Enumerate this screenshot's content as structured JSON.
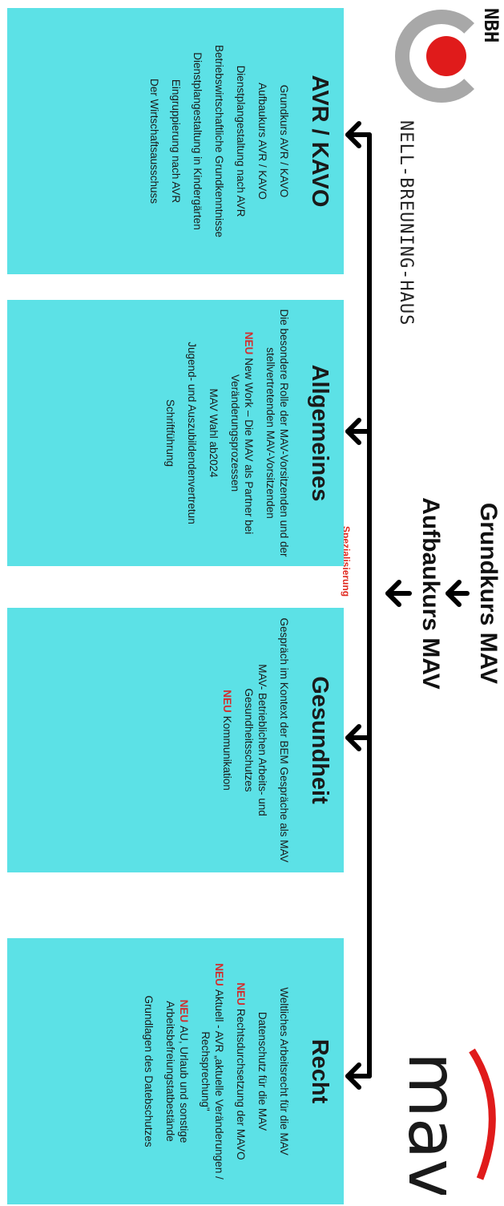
{
  "header": {
    "title_line1": "Grundkurs MAV",
    "title_line2": "Aufbaukurs MAV",
    "spezialisierung": "Spezialisierung"
  },
  "logo_left": {
    "short": "NBH",
    "full": "NELL-BREUNING-HAUS"
  },
  "logo_right": {
    "text": "mav"
  },
  "neu_label": "NEU",
  "colors": {
    "box": "#5ce1e6",
    "neu": "#d32d2d",
    "arrow": "#000000",
    "logo_red": "#e01b1b",
    "logo_gray": "#a8a8a8"
  },
  "boxes": [
    {
      "title": "AVR / KAVO",
      "items": [
        {
          "text": "Grundkurs AVR / KAVO"
        },
        {
          "text": "Aufbaukurs AVR / KAVO"
        },
        {
          "text": "Dienstplangestaltung nach AVR"
        },
        {
          "text": "Betriebswirtschaftliche Grundkenntnisse"
        },
        {
          "text": "Dienstplangestaltung in Kindergärten"
        },
        {
          "text": "Eingruppierung nach AVR"
        },
        {
          "text": "Der Wirtschaftsausschuss"
        }
      ]
    },
    {
      "title": "Allgemeines",
      "items": [
        {
          "text": "Die besondere Rolle der MAV-Vorsitzenden und der stellvertretenden MAV-Vorsitzenden"
        },
        {
          "text": "New Work – Die MAV als Partner bei Veränderungsprozessen",
          "neu": true
        },
        {
          "text": "MAV Wahl ab2024"
        },
        {
          "text": "Jugend- und Auszubildendenvertretun"
        },
        {
          "text": "Schriftführung"
        }
      ]
    },
    {
      "title": "Gesundheit",
      "items": [
        {
          "text": "Gespräch im Kontext der BEM Gespräche als MAV"
        },
        {
          "text": "MAV- Betrieblichen Arbeits- und Gesundheitsschutzes"
        },
        {
          "text": "Kommunikation",
          "neu": true
        }
      ]
    },
    {
      "title": "Recht",
      "items": [
        {
          "text": "Weltliches Arbeitsrecht für die MAV"
        },
        {
          "text": "Datenschutz für die MAV"
        },
        {
          "text": "Rechtsdurchsetzung der MAVO",
          "neu": true
        },
        {
          "text": "Aktuell - AVR „aktuelle Veränderungen / Rechsprechung\"",
          "neu": true
        },
        {
          "text": "AU, Urlaub und sonstige Arbeitsbefreiungstatbestände",
          "neu": true
        },
        {
          "text": "Grundlagen des Datebschutzes"
        }
      ]
    }
  ]
}
